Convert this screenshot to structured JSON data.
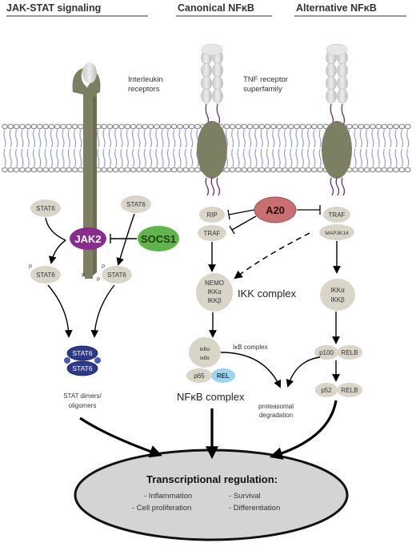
{
  "headers": {
    "jak": "JAK-STAT signaling",
    "canonical": "Canonical NFκB",
    "alternative": "Alternative NFκB"
  },
  "receptors": {
    "interleukin_line1": "Interleukin",
    "interleukin_line2": "receptors",
    "tnf_line1": "TNF receptor",
    "tnf_line2": "superfamily"
  },
  "jak": {
    "stat6": "STAT6",
    "p": "P",
    "jak2": "JAK2",
    "socs1": "SOCS1",
    "dimer_line1": "STAT dimers/",
    "dimer_line2": "oligomers"
  },
  "canonical": {
    "rip": "RIP",
    "traf": "TRAF",
    "a20": "A20",
    "nemo": "NEMO",
    "ikka": "IKKα",
    "ikkb": "IKKβ",
    "ikk_complex": "IKK complex",
    "ikba": "IκBα",
    "ikbe": "IκBε",
    "ikb_complex": "IκB complex",
    "p65": "p65",
    "rel": "REL",
    "nfkb_complex": "NFκB complex",
    "degradation_line1": "proteasomal",
    "degradation_line2": "degradation"
  },
  "alternative": {
    "traf": "TRAF",
    "map3k14": "MAP3K14",
    "ikka": "IKKα",
    "ikkb": "IKKβ",
    "p100": "p100",
    "relb": "RELB",
    "p52": "p52"
  },
  "transcription": {
    "title": "Transcriptional regulation:",
    "items": [
      "- Inflammation",
      "- Survival",
      "- Cell proliferation",
      "- Differentiation"
    ]
  },
  "colors": {
    "receptor": "#7c7f61",
    "node": "#d9d5c8",
    "jak2": "#8b2a8f",
    "socs1": "#5fb548",
    "a20": "#c96f72",
    "stat_dimer": "#2d3a8c",
    "rel": "#9fd3ee",
    "membrane": "#8e95d6",
    "nucleus": "#d4d4d4"
  }
}
